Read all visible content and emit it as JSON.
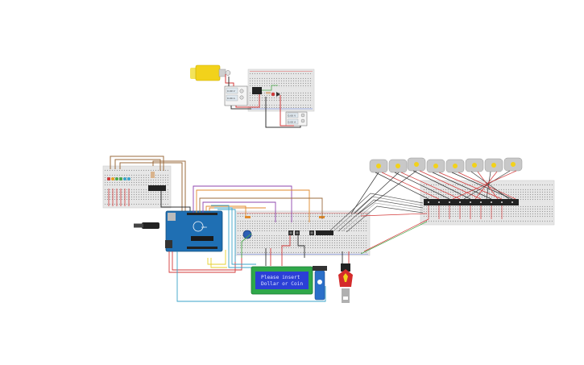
{
  "lcd": {
    "line1": "Please insert",
    "line2": "Dollar or Coin"
  },
  "supply_top": {
    "reading1": "0.00 V",
    "reading2": "0.00 A"
  },
  "supply_bottom": {
    "reading1": "0.00 V",
    "reading2": "0.00 A"
  },
  "arduino": {
    "brand": "UNO"
  },
  "colors": {
    "breadboard": "#e6e6e6",
    "breadboard_dark": "#d4d4d4",
    "wire_red": "#d33a3a",
    "wire_black": "#333333",
    "wire_blue": "#3aa3c9",
    "wire_purple": "#8e44ad",
    "wire_orange": "#e08a2c",
    "wire_brown": "#9b6b3e",
    "wire_green": "#4aa84a",
    "arduino": "#1f6fb3",
    "lcd_frame": "#2fa84a",
    "lcd_screen": "#2b3fd6",
    "motor_yellow": "#f2d21b"
  }
}
